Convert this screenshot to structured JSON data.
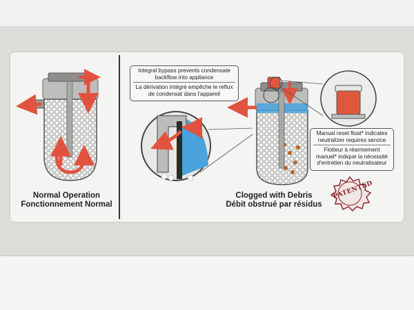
{
  "left_caption": {
    "line1": "Normal Operation",
    "line2": "Fonctionnement Normal"
  },
  "right_caption": {
    "line1": "Clogged with Debris",
    "line2": "Débit obstrué par résidus"
  },
  "bypass_callout": {
    "en": "Integral bypass prevents condensate backflow into appliance",
    "fr": "La dérivation intégré empêche le reflux de condensat dans l'appareil"
  },
  "float_callout": {
    "en": "Manual reset float* indicates neutralizer requires service",
    "fr": "Flotteur à réarmement manuel* indique la nécessité d'entretien du neutralisateur"
  },
  "stamp": {
    "text": "PATENTED"
  },
  "colors": {
    "arrow": "#e1533f",
    "water": "#4aa3dc",
    "float": "#e0573c",
    "stamp": "#8a1e24"
  }
}
